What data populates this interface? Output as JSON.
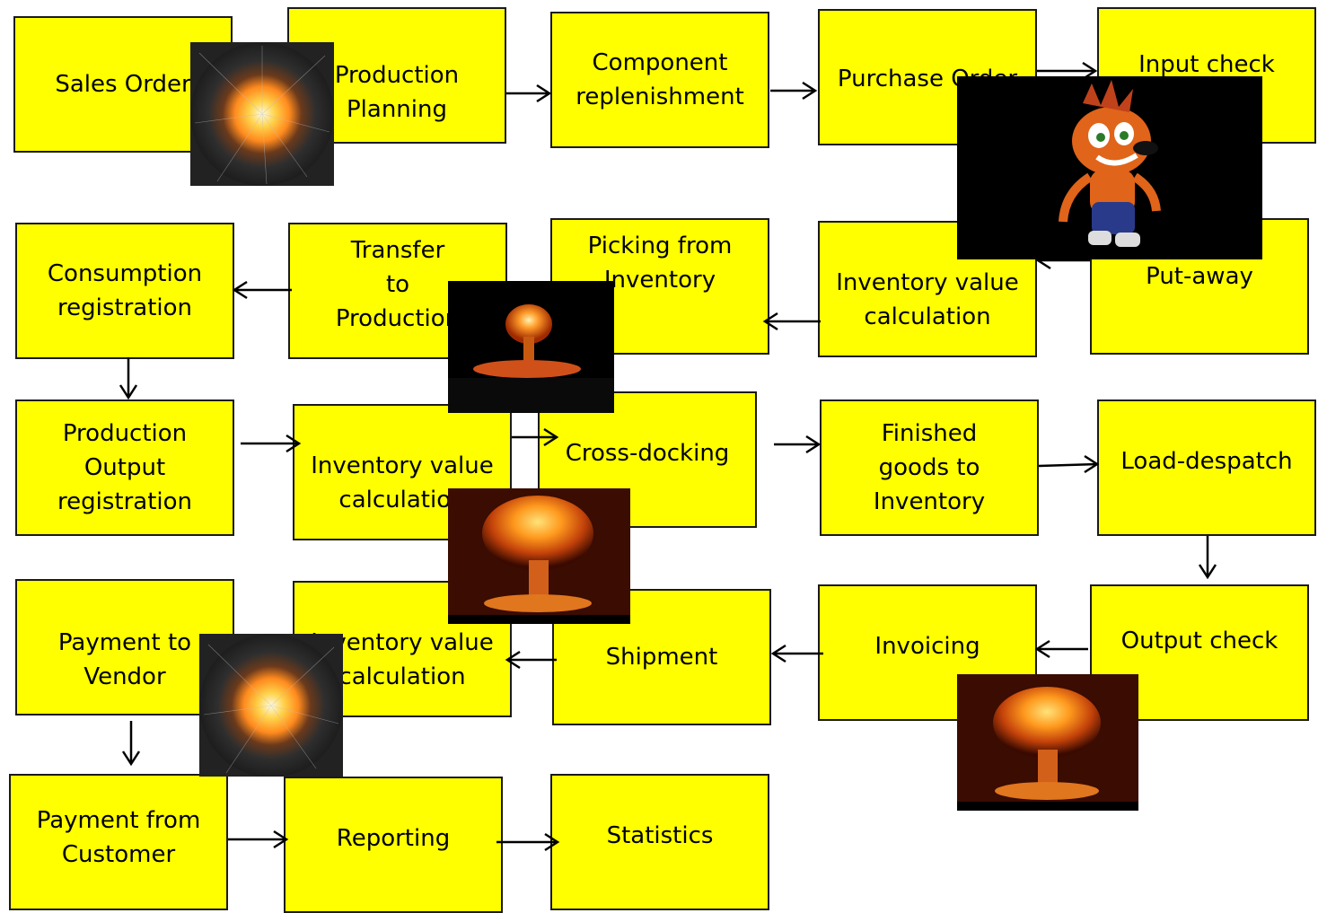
{
  "diagram": {
    "boxes": {
      "sales_order": "Sales Order",
      "production_planning": "Production\nPlanning",
      "component_replenishment": "Component\nreplenishment",
      "purchase_order": "Purchase Order",
      "input_check": "Input check",
      "consumption_registration": "Consumption\nregistration",
      "transfer_to_production": "Transfer\nto\nProduction",
      "picking_from_inventory": "Picking from\nInventory",
      "inventory_value_calc_1": "Inventory value\ncalculation",
      "put_away": "Put-away",
      "production_output_registration": "Production\nOutput\nregistration",
      "inventory_value_calc_2": "Inventory value\ncalculation",
      "cross_docking": "Cross-docking",
      "finished_goods_to_inventory": "Finished\ngoods   to\nInventory",
      "load_despatch": "Load-despatch",
      "payment_to_vendor": "Payment to\nVendor",
      "inventory_value_calc_3": "Inventory value\ncalculation",
      "shipment": "Shipment",
      "invoicing": "Invoicing",
      "output_check": "Output check",
      "payment_from_customer": "Payment from\nCustomer",
      "reporting": "Reporting",
      "statistics": "Statistics"
    },
    "colors": {
      "box_fill": "#ffff00",
      "box_border": "#1a1a1a",
      "arrow": "#000000"
    },
    "images": [
      "starburst-explosion",
      "mushroom-cloud",
      "cartoon-character",
      "fireball-cloud"
    ]
  }
}
